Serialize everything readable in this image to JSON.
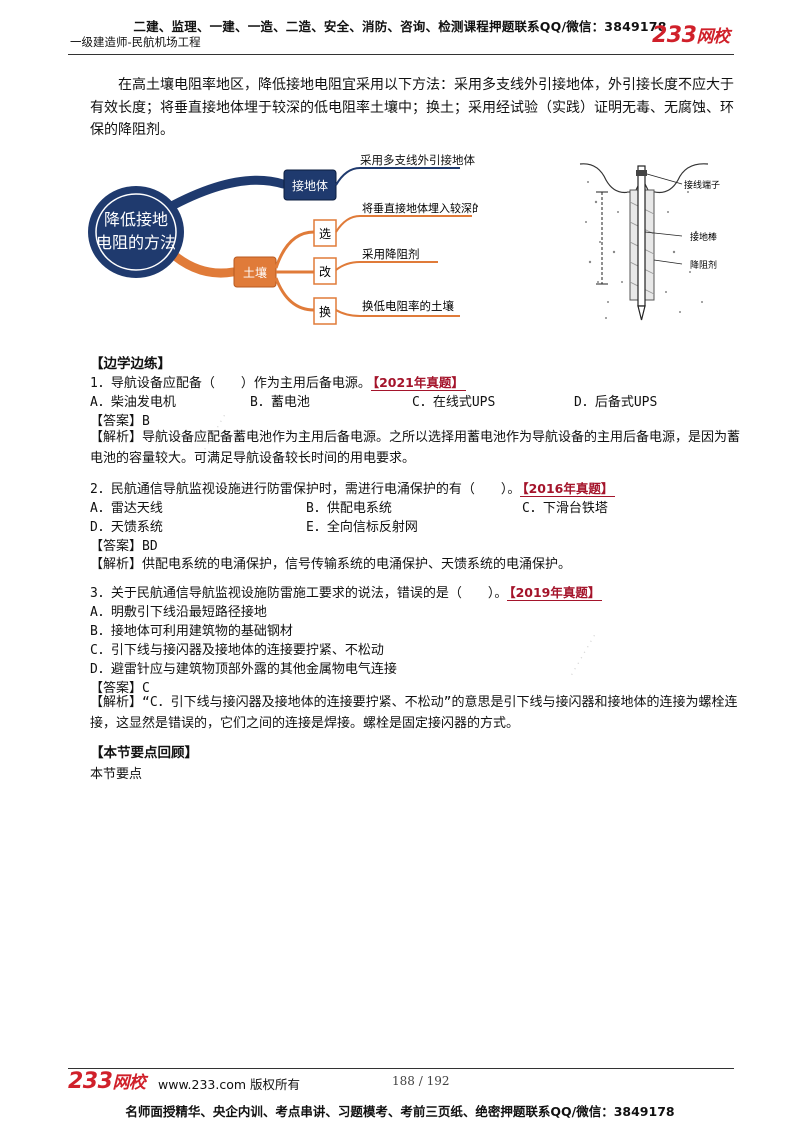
{
  "header": {
    "top_line": "二建、监理、一建、一造、二造、安全、消防、咨询、检测课程押题联系QQ/微信：3849178",
    "subtitle": "一级建造师-民航机场工程",
    "logo_num": "233",
    "logo_cn": "网校"
  },
  "intro": "在高土壤电阻率地区，降低接地电阻宜采用以下方法：采用多支线外引接地体，外引接长度不应大于有效长度；将垂直接地体埋于较深的低电阻率土壤中；换土；采用经试验（实践）证明无毒、无腐蚀、环保的降阻剂。",
  "mindmap": {
    "center_line1": "降低接地",
    "center_line2": "电阻的方法",
    "node_ground": "接地体",
    "node_soil": "土壤",
    "leaf_ground": "采用多支线外引接地体",
    "sub_select": "选",
    "sub_modify": "改",
    "sub_replace": "换",
    "leaf_select": "将垂直接地体埋入较深的低电阻率土壤",
    "leaf_modify": "采用降阻剂",
    "leaf_replace": "换低电阻率的土壤"
  },
  "rod_diagram": {
    "label_terminal": "接线端子",
    "label_rod": "接地棒",
    "label_agent": "降阻剂"
  },
  "practice": {
    "title": "【边学边练】",
    "q1": {
      "stem": "1．导航设备应配备（　　）作为主用后备电源。",
      "tag": "【2021年真题】",
      "opt_a": "A．柴油发电机",
      "opt_b": "B．蓄电池",
      "opt_c": "C．在线式UPS",
      "opt_d": "D．后备式UPS",
      "answer": "【答案】B",
      "analysis": "【解析】导航设备应配备蓄电池作为主用后备电源。之所以选择用蓄电池作为导航设备的主用后备电源，是因为蓄电池的容量较大。可满足导航设备较长时间的用电要求。"
    },
    "q2": {
      "stem": "2．民航通信导航监视设施进行防雷保护时，需进行电涌保护的有（　　）。",
      "tag": "【2016年真题】",
      "opt_a": "A．雷达天线",
      "opt_b": "B．供配电系统",
      "opt_c": "C．下滑台铁塔",
      "opt_d": "D．天馈系统",
      "opt_e": "E．全向信标反射网",
      "answer": "【答案】BD",
      "analysis": "【解析】供配电系统的电涌保护，信号传输系统的电涌保护、天馈系统的电涌保护。"
    },
    "q3": {
      "stem": "3．关于民航通信导航监视设施防雷施工要求的说法，错误的是（　　）。",
      "tag": "【2019年真题】",
      "opt_a": "A．明敷引下线沿最短路径接地",
      "opt_b": "B．接地体可利用建筑物的基础钢材",
      "opt_c": "C．引下线与接闪器及接地体的连接要拧紧、不松动",
      "opt_d": "D．避雷针应与建筑物顶部外露的其他金属物电气连接",
      "answer": "【答案】C",
      "analysis": "【解析】“C．引下线与接闪器及接地体的连接要拧紧、不松动”的意思是引下线与接闪器和接地体的连接为螺栓连接，这显然是错误的，它们之间的连接是焊接。螺栓是固定接闪器的方式。"
    }
  },
  "review": {
    "title": "【本节要点回顾】",
    "body": "本节要点"
  },
  "footer": {
    "logo_num": "233",
    "logo_cn": "网校",
    "site": "www.233.com 版权所有",
    "page": "188 / 192",
    "bottom_line": "名师面授精华、央企内训、考点串讲、习题模考、考前三页纸、绝密押题联系QQ/微信：3849178"
  },
  "colors": {
    "brand_red": "#d0202a",
    "tag_red": "#a4142b",
    "mind_orange": "#e07b39",
    "mind_navy": "#1f3a6e"
  }
}
